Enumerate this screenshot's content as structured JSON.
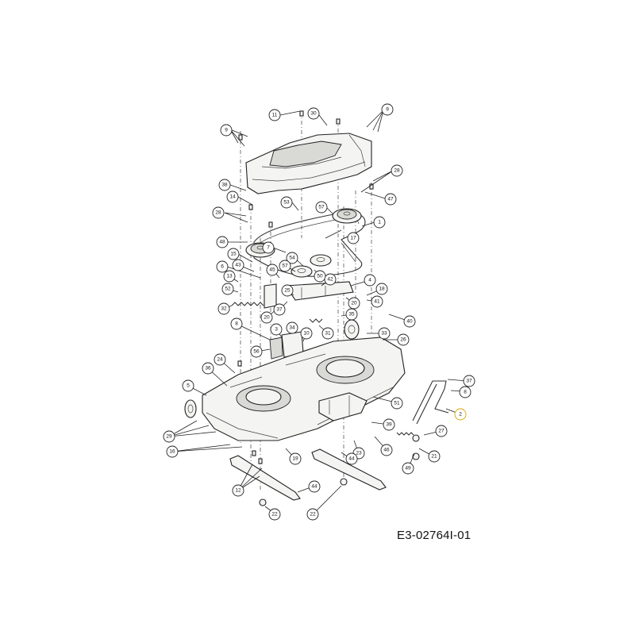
{
  "drawing_number": "E3-02764I-01",
  "highlight_color": "#d9a400",
  "callouts": [
    {
      "label": "11"
    },
    {
      "label": "30"
    },
    {
      "label": "9"
    },
    {
      "label": "9"
    },
    {
      "label": "28"
    },
    {
      "label": "38"
    },
    {
      "label": "47"
    },
    {
      "label": "14"
    },
    {
      "label": "53"
    },
    {
      "label": "57"
    },
    {
      "label": "28"
    },
    {
      "label": "1"
    },
    {
      "label": "48"
    },
    {
      "label": "17"
    },
    {
      "label": "7"
    },
    {
      "label": "15"
    },
    {
      "label": "54"
    },
    {
      "label": "6"
    },
    {
      "label": "43"
    },
    {
      "label": "57"
    },
    {
      "label": "45"
    },
    {
      "label": "50"
    },
    {
      "label": "13"
    },
    {
      "label": "42"
    },
    {
      "label": "52"
    },
    {
      "label": "25"
    },
    {
      "label": "4"
    },
    {
      "label": "18"
    },
    {
      "label": "41"
    },
    {
      "label": "32"
    },
    {
      "label": "37"
    },
    {
      "label": "20"
    },
    {
      "label": "20"
    },
    {
      "label": "35"
    },
    {
      "label": "40"
    },
    {
      "label": "8"
    },
    {
      "label": "3"
    },
    {
      "label": "34"
    },
    {
      "label": "31"
    },
    {
      "label": "10"
    },
    {
      "label": "33"
    },
    {
      "label": "26"
    },
    {
      "label": "56"
    },
    {
      "label": "24"
    },
    {
      "label": "36"
    },
    {
      "label": "5"
    },
    {
      "label": "37"
    },
    {
      "label": "8"
    },
    {
      "label": "51"
    },
    {
      "label": "2"
    },
    {
      "label": "29"
    },
    {
      "label": "39"
    },
    {
      "label": "27"
    },
    {
      "label": "16"
    },
    {
      "label": "23"
    },
    {
      "label": "46"
    },
    {
      "label": "21"
    },
    {
      "label": "19"
    },
    {
      "label": "44"
    },
    {
      "label": "49"
    },
    {
      "label": "12"
    },
    {
      "label": "44"
    },
    {
      "label": "22"
    },
    {
      "label": "22"
    }
  ]
}
